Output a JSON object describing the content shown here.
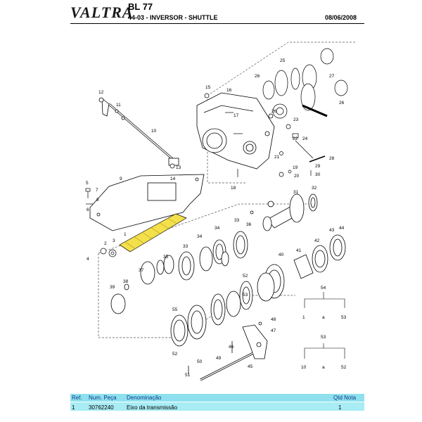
{
  "header": {
    "logo_text": "VALTRA",
    "model": "BL 77",
    "section": "44-03 - INVERSOR - SHUTTLE",
    "date": "08/06/2008"
  },
  "callouts": [
    "1",
    "2",
    "3",
    "4",
    "5",
    "6",
    "7",
    "8",
    "9",
    "10",
    "11",
    "12",
    "13",
    "14",
    "15",
    "16",
    "17",
    "18",
    "19",
    "20",
    "21",
    "22",
    "23",
    "24",
    "25",
    "26",
    "26",
    "26",
    "27",
    "28",
    "29",
    "30",
    "31",
    "32",
    "33",
    "34",
    "35",
    "36",
    "37",
    "38",
    "39",
    "40",
    "41",
    "42",
    "43",
    "44",
    "45",
    "46",
    "47",
    "48",
    "49",
    "50",
    "51",
    "52",
    "52",
    "53",
    "53",
    "54",
    "55",
    "a",
    "a",
    "1",
    "10"
  ],
  "kit_54": {
    "label": "54",
    "left": "1",
    "mid": "a",
    "right": "53"
  },
  "kit_53": {
    "label": "53",
    "left": "10",
    "mid": "a",
    "right": "52"
  },
  "parts_table": {
    "headers": {
      "ref": "Ref.",
      "num": "Num. Peça",
      "den": "Denominação",
      "qty": "Qtd Nota"
    },
    "rows": [
      {
        "ref": "1",
        "num": "30762240",
        "den": "Eixo da transmissão",
        "qty": "1"
      }
    ]
  },
  "colors": {
    "highlight": "#f3e04a",
    "table_header": "#8fe0ee",
    "table_row": "#a8ecf4",
    "header_text": "#0a3a8a"
  }
}
